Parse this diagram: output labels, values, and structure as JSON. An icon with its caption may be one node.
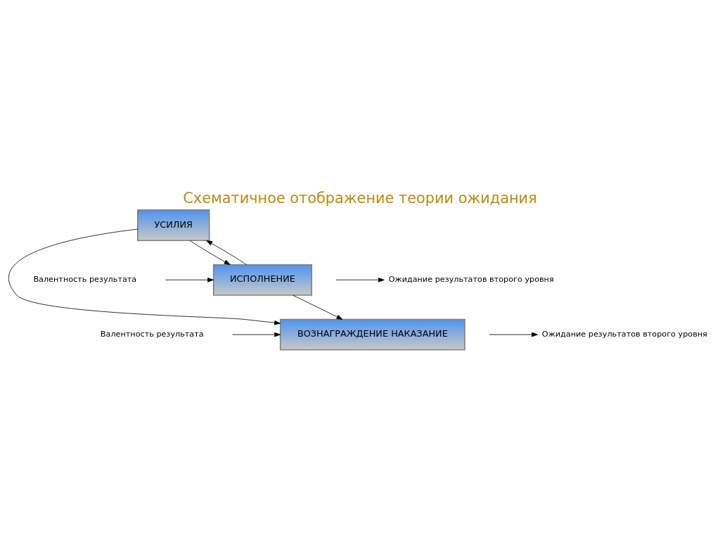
{
  "diagram": {
    "title": "Схематичное отображение теории ожидания",
    "nodes": [
      {
        "text": [
          "УСИЛИЯ"
        ]
      },
      {
        "text": [
          "ИСПОЛНЕНИЕ"
        ]
      },
      {
        "text": [
          "ВОЗНАГРАЖДЕНИЕ НАКАЗАНИЕ"
        ]
      },
      {
        "text": [
          "Ожидание результатов второго уровня"
        ]
      },
      {
        "text": [
          "Ожидание результатов второго уровня"
        ]
      }
    ],
    "edges": [
      {
        "from": 0,
        "to": 1,
        "arrow": "to"
      },
      {
        "from": 1,
        "to": 2,
        "arrow": "to"
      },
      {
        "from": 0,
        "to": 2,
        "arrow": "to"
      },
      {
        "from": 1,
        "to": 0,
        "arrow": "to"
      },
      {
        "from": null,
        "to": 3,
        "arrow": "to"
      },
      {
        "from": null,
        "to": 1,
        "arrow": "to"
      },
      {
        "from": null,
        "to": 4,
        "arrow": "to"
      },
      {
        "from": null,
        "to": 2,
        "arrow": "to"
      }
    ],
    "labels": [
      "Валентность результата",
      "Валентность результата"
    ]
  }
}
